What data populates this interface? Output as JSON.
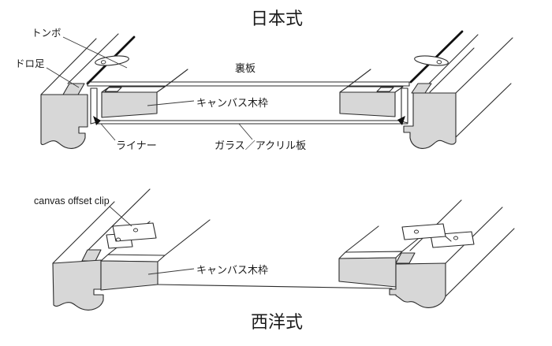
{
  "diagrams": {
    "top": {
      "title": "日本式",
      "labels": {
        "tombo": "トンボ",
        "doroashi": "ドロ足",
        "uraita": "裏板",
        "canvas_stretcher": "キャンバス木枠",
        "liner": "ライナー",
        "glass_acrylic": "ガラス／アクリル板"
      }
    },
    "bottom": {
      "title": "西洋式",
      "labels": {
        "canvas_offset_clip": "canvas offset clip",
        "canvas_stretcher": "キャンバス木枠"
      }
    }
  },
  "colors": {
    "background": "#ffffff",
    "wood_fill": "#d7d7d7",
    "line": "#2b2b2b",
    "text": "#1a1a1a"
  }
}
